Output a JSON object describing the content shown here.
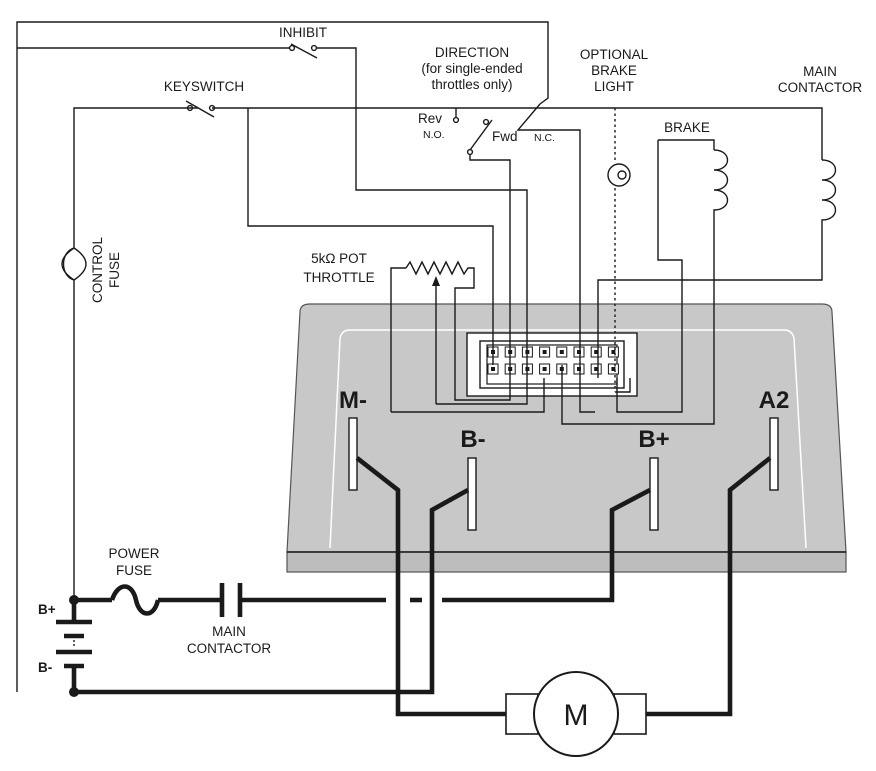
{
  "colors": {
    "wire": "#1a1a1a",
    "controller_body": "#c8c8c8",
    "controller_base": "#bdbdbd",
    "terminal_fill": "#ffffff"
  },
  "labels": {
    "inhibit": "INHIBIT",
    "keyswitch": "KEYSWITCH",
    "direction_title": "DIRECTION",
    "direction_sub1": "(for single-ended",
    "direction_sub2": "throttles only)",
    "rev": "Rev",
    "rev_contact": "N.O.",
    "fwd": "Fwd",
    "fwd_contact": "N.C.",
    "brake_light_line1": "OPTIONAL",
    "brake_light_line2": "BRAKE",
    "brake_light_line3": "LIGHT",
    "main_contactor_coil_line1": "MAIN",
    "main_contactor_coil_line2": "CONTACTOR",
    "brake": "BRAKE",
    "control_fuse_line1": "CONTROL",
    "control_fuse_line2": "FUSE",
    "pot_line1": "5kΩ POT",
    "pot_line2": "THROTTLE",
    "power_fuse_line1": "POWER",
    "power_fuse_line2": "FUSE",
    "main_contactor_line1": "MAIN",
    "main_contactor_line2": "CONTACTOR",
    "battery_pos": "B+",
    "battery_neg": "B-",
    "motor": "M"
  },
  "terminals": {
    "m_minus": "M-",
    "b_minus": "B-",
    "b_plus": "B+",
    "a2": "A2"
  }
}
